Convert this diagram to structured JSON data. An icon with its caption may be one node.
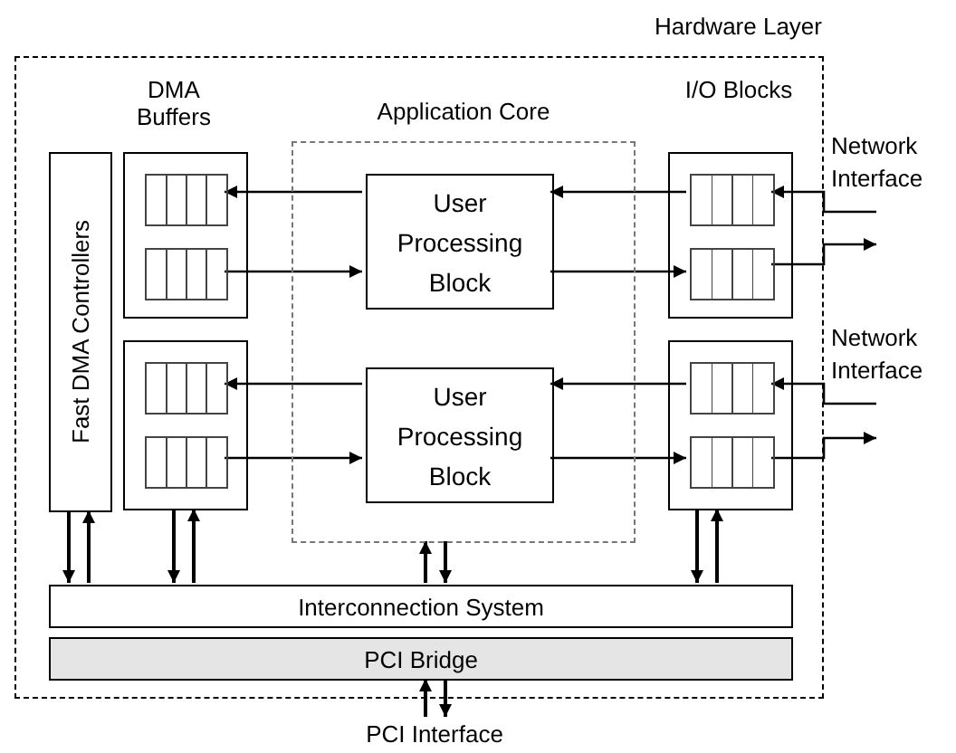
{
  "diagram": {
    "nodes": [
      {
        "text": [
          "Hardware Layer"
        ]
      },
      {
        "text": [
          "Fast DMA Controllers"
        ],
        "in": 0
      },
      {
        "text": [],
        "shape": "box",
        "in": 0
      },
      {
        "text": [],
        "shape": "box",
        "in": 2
      },
      {
        "text": [],
        "shape": "box",
        "in": 2
      },
      {
        "text": [],
        "shape": "box",
        "in": 0
      },
      {
        "text": [],
        "shape": "box",
        "in": 5
      },
      {
        "text": [],
        "shape": "box",
        "in": 5
      },
      {
        "text": [
          "Application Core"
        ],
        "in": 0
      },
      {
        "text": [
          "User Processing Block"
        ],
        "in": 8
      },
      {
        "text": [
          "User Processing Block"
        ],
        "in": 8
      },
      {
        "text": [],
        "shape": "box",
        "in": 0
      },
      {
        "text": [],
        "shape": "box",
        "in": 11
      },
      {
        "text": [],
        "shape": "box",
        "in": 11
      },
      {
        "text": [],
        "shape": "box",
        "in": 0
      },
      {
        "text": [],
        "shape": "box",
        "in": 14
      },
      {
        "text": [],
        "shape": "box",
        "in": 14
      },
      {
        "text": [
          "Interconnection System"
        ],
        "in": 0
      },
      {
        "text": [
          "PCI Bridge"
        ],
        "in": 0
      },
      {
        "text": [
          "PCI Interface"
        ]
      }
    ],
    "edges": [
      {
        "from": 9,
        "to": 3,
        "arrow": "to"
      },
      {
        "from": 4,
        "to": 9,
        "arrow": "to"
      },
      {
        "from": 12,
        "to": 9,
        "arrow": "to"
      },
      {
        "from": 9,
        "to": 13,
        "arrow": "to"
      },
      {
        "from": null,
        "to": 12,
        "arrow": "to"
      },
      {
        "from": 13,
        "to": null,
        "arrow": "to"
      },
      {
        "from": 10,
        "to": 6,
        "arrow": "to"
      },
      {
        "from": 7,
        "to": 10,
        "arrow": "to"
      },
      {
        "from": 15,
        "to": 10,
        "arrow": "to"
      },
      {
        "from": 10,
        "to": 16,
        "arrow": "to"
      },
      {
        "from": null,
        "to": 15,
        "arrow": "to"
      },
      {
        "from": 16,
        "to": null,
        "arrow": "to"
      },
      {
        "from": 1,
        "to": 17,
        "arrow": "to"
      },
      {
        "from": 17,
        "to": 1,
        "arrow": "to"
      },
      {
        "from": 5,
        "to": 17,
        "arrow": "to"
      },
      {
        "from": 17,
        "to": 5,
        "arrow": "to"
      },
      {
        "from": 17,
        "to": 8,
        "arrow": "to"
      },
      {
        "from": 8,
        "to": 17,
        "arrow": "to"
      },
      {
        "from": 14,
        "to": 17,
        "arrow": "to"
      },
      {
        "from": 17,
        "to": 14,
        "arrow": "to"
      },
      {
        "from": 19,
        "to": 18,
        "arrow": "to"
      },
      {
        "from": 18,
        "to": 19,
        "arrow": "to"
      }
    ],
    "labels": [
      "DMA Buffers",
      "I/O Blocks",
      "Network Interface",
      "Network Interface"
    ]
  }
}
